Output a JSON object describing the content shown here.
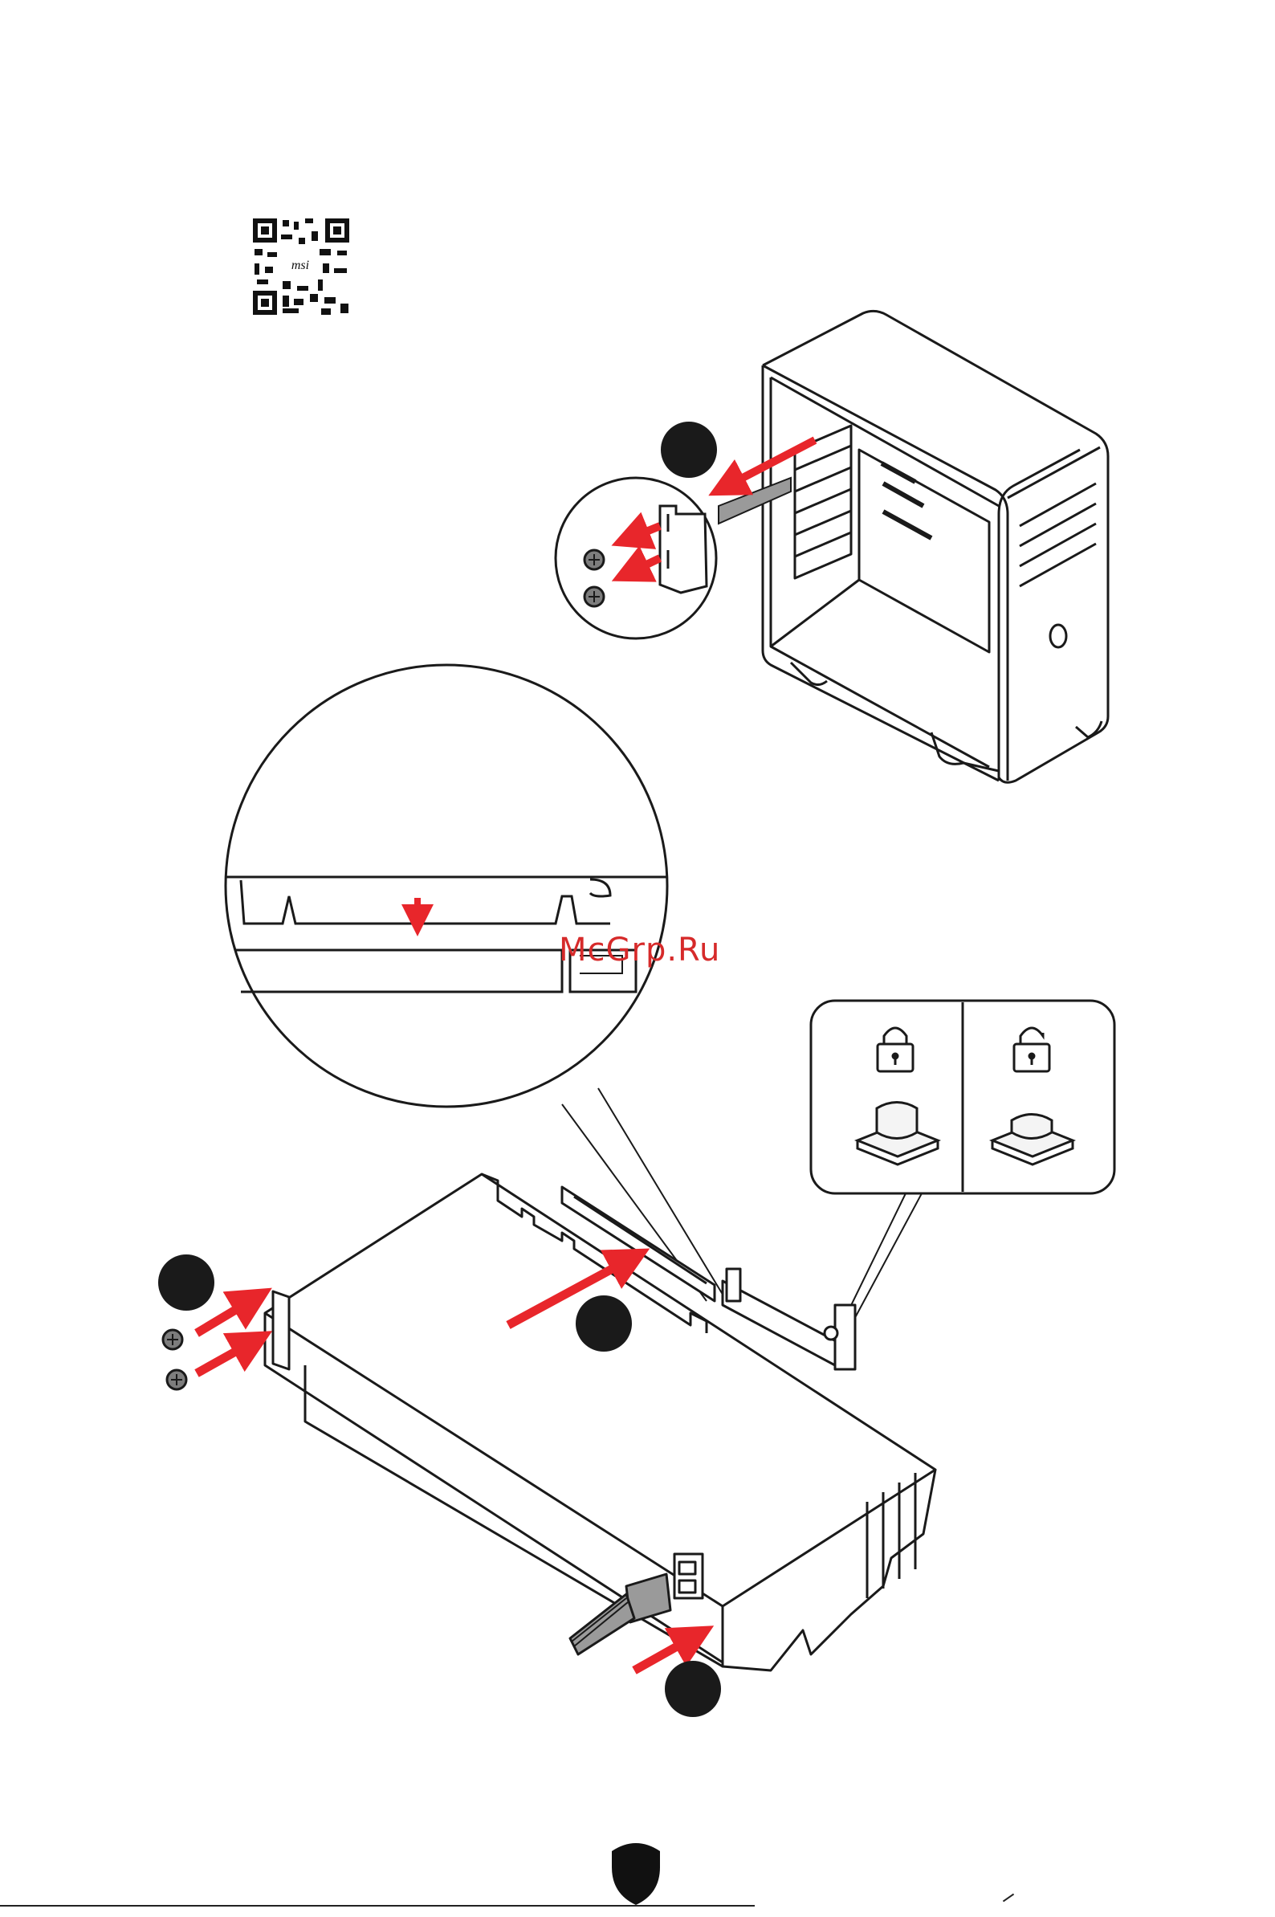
{
  "page": {
    "watermark": "McGrp.Ru",
    "qr_code_label": "msi"
  },
  "steps": {
    "step_1": "",
    "step_2": "",
    "step_3": "",
    "step_4": ""
  },
  "lock_panel": {
    "locked_icon": "padlock-closed-icon",
    "unlocked_icon": "padlock-open-icon"
  },
  "colors": {
    "arrow": "#e8262b",
    "line": "#1a1a1a",
    "fill_light": "#f4f4f4",
    "fill_mid": "#9a9a9a"
  },
  "icons": {
    "logo": "msi-shield-icon",
    "qr": "qr-code-icon",
    "screw": "screw-icon",
    "case": "pc-case-illustration",
    "gpu": "graphics-card-illustration",
    "power_connector": "pcie-power-connector-icon"
  }
}
